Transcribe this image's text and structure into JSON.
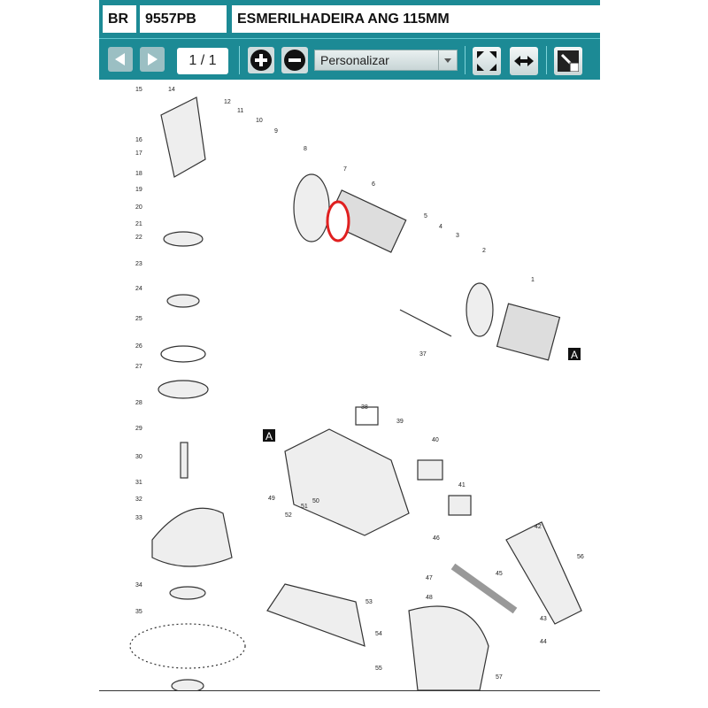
{
  "header": {
    "country": "BR",
    "model": "9557PB",
    "title": "ESMERILHADEIRA ANG 115MM"
  },
  "toolbar": {
    "page": "1 / 1",
    "zoom_select": "Personalizar"
  },
  "diagram": {
    "part_numbers": [
      "15",
      "14",
      "12",
      "11",
      "10",
      "9",
      "8",
      "7",
      "6",
      "5",
      "4",
      "3",
      "2",
      "1",
      "16",
      "17",
      "18",
      "19",
      "20",
      "21",
      "22",
      "23",
      "24",
      "25",
      "26",
      "27",
      "28",
      "29",
      "30",
      "31",
      "32",
      "33",
      "34",
      "35",
      "37",
      "38",
      "39",
      "40",
      "41",
      "42",
      "43",
      "44",
      "45",
      "46",
      "47",
      "48",
      "49",
      "50",
      "51",
      "52",
      "53",
      "54",
      "55",
      "56",
      "57"
    ],
    "section_markers": [
      "A",
      "A"
    ],
    "highlight_color": "#e02020"
  }
}
